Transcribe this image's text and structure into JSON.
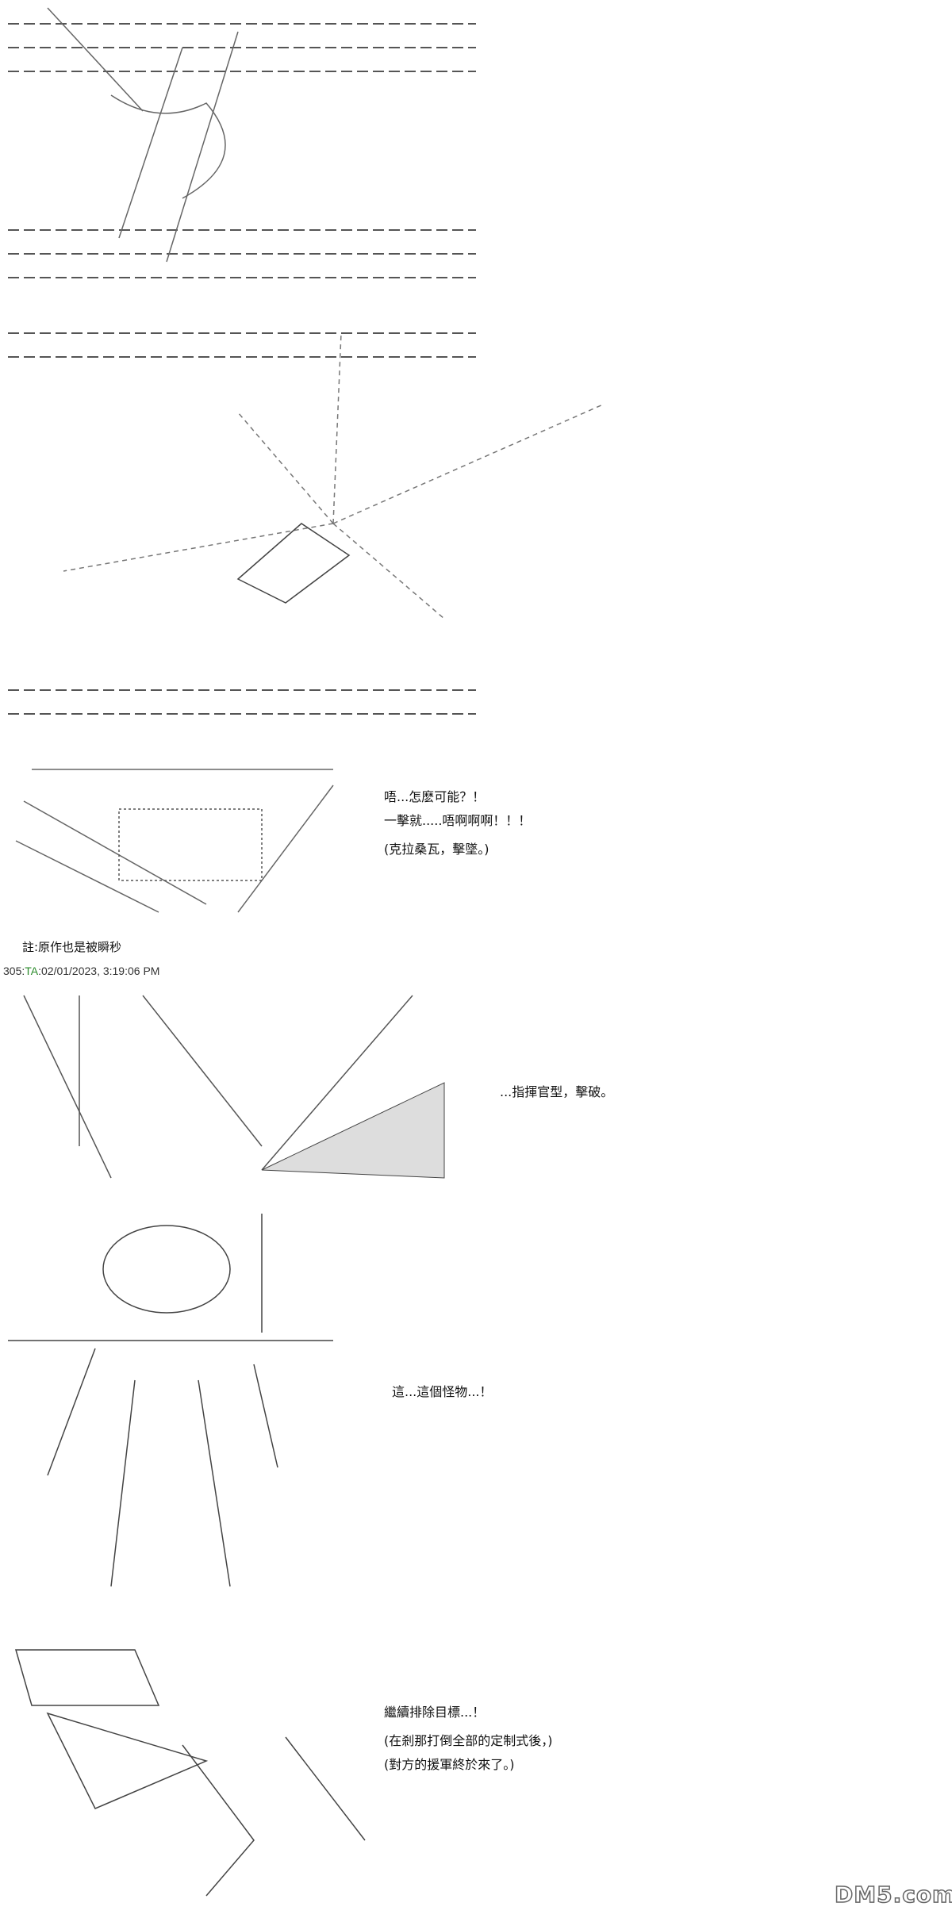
{
  "scene1": {
    "dialogue": [
      "唔...怎麽可能？！",
      "一擊就.....唔啊啊啊！！！",
      "(克拉桑瓦，擊墜。)"
    ]
  },
  "note": "註:原作也是被瞬秒",
  "post": {
    "number": "305",
    "name": "TA",
    "timestamp": "02/01/2023, 3:19:06 PM"
  },
  "scene2": {
    "dialogue": [
      "...指揮官型，擊破。"
    ]
  },
  "scene3": {
    "dialogue": [
      "這...這個怪物...！"
    ]
  },
  "scene4": {
    "dialogue": [
      "繼續排除目標...！",
      "(在剎那打倒全部的定制式後，)",
      "(對方的援軍終於來了。)"
    ]
  },
  "watermark": "DM5.com"
}
